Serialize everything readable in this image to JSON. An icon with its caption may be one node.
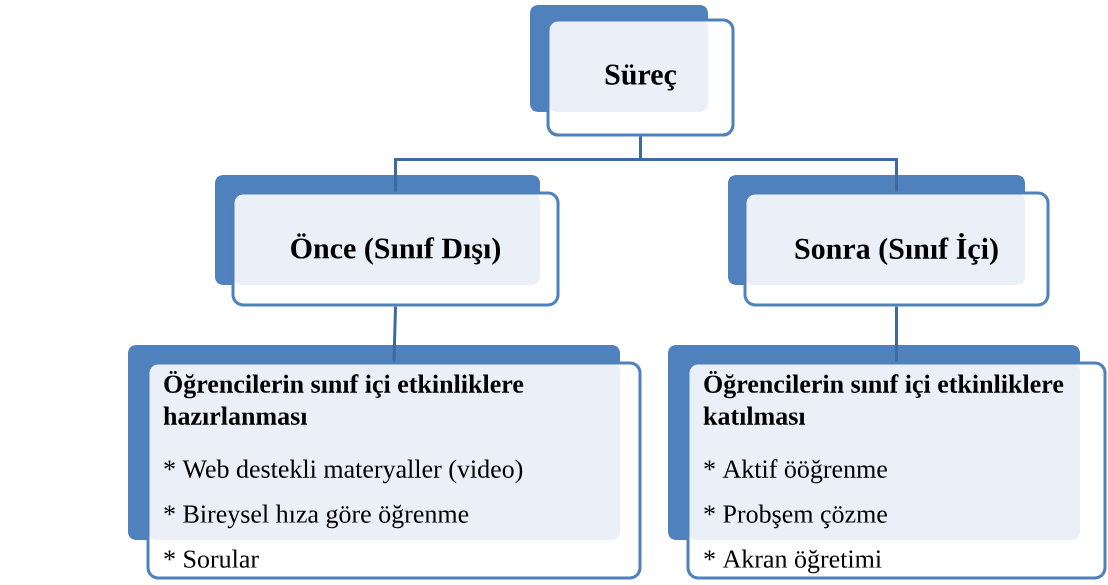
{
  "diagram": {
    "nodes": [
      {
        "text": [
          "Süreç"
        ]
      },
      {
        "text": [
          "Önce (Sınıf Dışı)"
        ]
      },
      {
        "text": [
          "Sonra (Sınıf İçi)"
        ]
      },
      {
        "text": [
          "Öğrencilerin sınıf içi etkinliklere hazırlanması",
          "* Web destekli materyaller (video)",
          "* Bireysel hıza göre öğrenme",
          "* Sorular"
        ]
      },
      {
        "text": [
          "Öğrencilerin sınıf içi etkinliklere katılması",
          "* Aktif ööğrenme",
          "* Probşem çözme",
          "* Akran öğretimi"
        ]
      }
    ],
    "edges": [
      {
        "from": 0,
        "to": 1,
        "arrow": "none"
      },
      {
        "from": 0,
        "to": 2,
        "arrow": "none"
      },
      {
        "from": 1,
        "to": 3,
        "arrow": "none"
      },
      {
        "from": 2,
        "to": 4,
        "arrow": "none"
      }
    ]
  }
}
